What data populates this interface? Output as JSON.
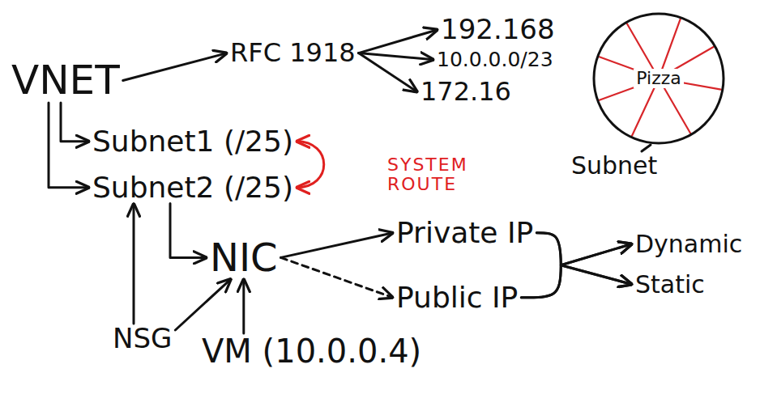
{
  "diagram": {
    "nodes": [
      {
        "text": [
          "VNET"
        ]
      },
      {
        "text": [
          "RFC 1918"
        ]
      },
      {
        "text": [
          "192.168"
        ]
      },
      {
        "text": [
          "10.0.0.0/23"
        ]
      },
      {
        "text": [
          "172.16"
        ]
      },
      {
        "text": [
          "Pizza"
        ]
      },
      {
        "text": [
          "Subnet1 (/25)"
        ]
      },
      {
        "text": [
          "Subnet2 (/25)"
        ]
      },
      {
        "text": [
          "NIC"
        ]
      },
      {
        "text": [
          "Private IP"
        ]
      },
      {
        "text": [
          "Public IP"
        ]
      },
      {
        "text": [
          "Dynamic"
        ]
      },
      {
        "text": [
          "Static"
        ]
      },
      {
        "text": [
          "NSG"
        ]
      },
      {
        "text": [
          "VM (10.0.0.4)"
        ]
      }
    ],
    "edges": [
      {
        "from": 0,
        "to": 1,
        "arrow": "to"
      },
      {
        "from": 1,
        "to": 2,
        "arrow": "to"
      },
      {
        "from": 1,
        "to": 3,
        "arrow": "to"
      },
      {
        "from": 1,
        "to": 4,
        "arrow": "to"
      },
      {
        "from": 0,
        "to": 6,
        "arrow": "to"
      },
      {
        "from": 0,
        "to": 7,
        "arrow": "to"
      },
      {
        "from": 6,
        "to": 7,
        "arrow": "both"
      },
      {
        "from": 7,
        "to": 8,
        "arrow": "to"
      },
      {
        "from": 8,
        "to": 9,
        "arrow": "to"
      },
      {
        "from": 8,
        "to": 10,
        "arrow": "to"
      },
      {
        "from": 9,
        "to": 11,
        "arrow": "to"
      },
      {
        "from": 9,
        "to": 12,
        "arrow": "to"
      },
      {
        "from": 10,
        "to": 11,
        "arrow": "to"
      },
      {
        "from": 10,
        "to": 12,
        "arrow": "to"
      },
      {
        "from": 13,
        "to": 7,
        "arrow": "to"
      },
      {
        "from": 13,
        "to": 8,
        "arrow": "to"
      },
      {
        "from": 14,
        "to": 8,
        "arrow": "to"
      }
    ],
    "labels": [
      "Subnet",
      "SYSTEM ROUTE"
    ]
  }
}
